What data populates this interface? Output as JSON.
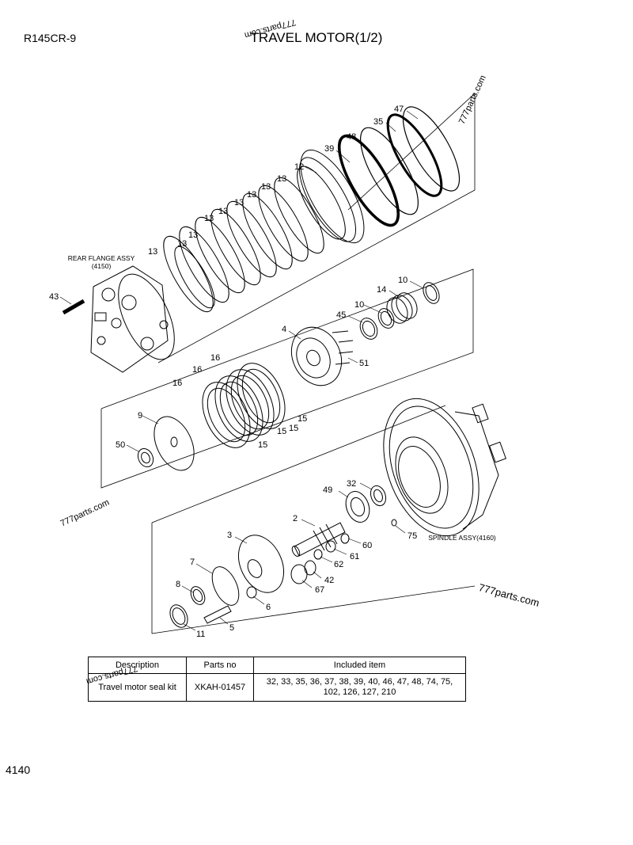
{
  "header": {
    "model": "R145CR-9",
    "title": "TRAVEL MOTOR(1/2)"
  },
  "page_number": "4140",
  "watermarks": [
    "777parts.com",
    "777parts.com",
    "777parts.com",
    "777parts.com",
    "777parts.com"
  ],
  "assemblies": {
    "rear_flange": [
      "REAR FLANGE ASSY",
      "(4150)"
    ],
    "spindle": "SPINDLE ASSY(4160)"
  },
  "callouts": [
    "47",
    "35",
    "48",
    "39",
    "12",
    "13",
    "13",
    "13",
    "13",
    "13",
    "13",
    "13",
    "13",
    "13",
    "43",
    "10",
    "14",
    "10",
    "45",
    "4",
    "51",
    "16",
    "16",
    "16",
    "15",
    "15",
    "15",
    "15",
    "9",
    "50",
    "49",
    "32",
    "2",
    "75",
    "3",
    "60",
    "61",
    "62",
    "7",
    "8",
    "42",
    "67",
    "6",
    "5",
    "11"
  ],
  "kit_table": {
    "headers": [
      "Description",
      "Parts no",
      "Included item"
    ],
    "rows": [
      {
        "description": "Travel motor seal kit",
        "part_no": "XKAH-01457",
        "included_line1": "32, 33, 35, 36, 37, 38, 39, 40, 46, 47, 48, 74, 75,",
        "included_line2": "102, 126, 127, 210"
      }
    ]
  }
}
